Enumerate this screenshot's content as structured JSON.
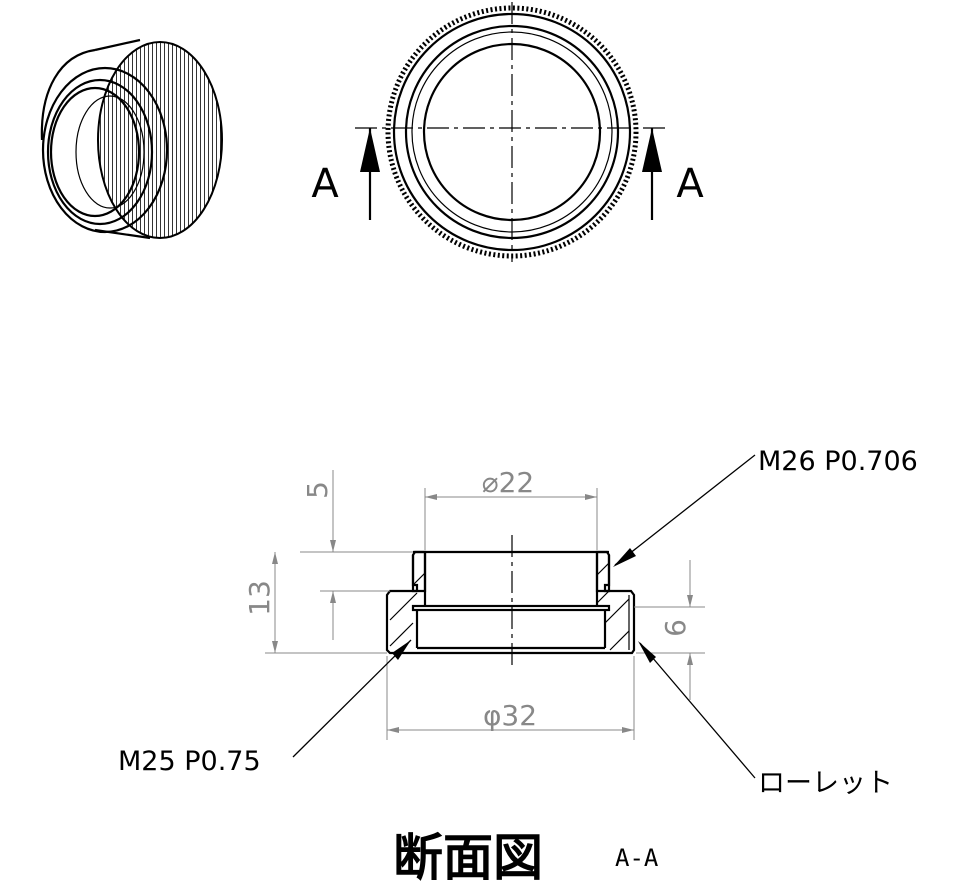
{
  "views": {
    "section_marker_left": "A",
    "section_marker_right": "A"
  },
  "dimensions": {
    "d_top_height": "5",
    "d_total_height": "13",
    "d_inner_diameter": "⌀22",
    "d_knurl_height": "6",
    "d_outer_diameter": "φ32"
  },
  "callouts": {
    "upper_thread": "M26 P0.706",
    "lower_thread": "M25 P0.75",
    "knurl": "ローレット"
  },
  "title": {
    "main": "断面図",
    "sub": "A-A"
  }
}
